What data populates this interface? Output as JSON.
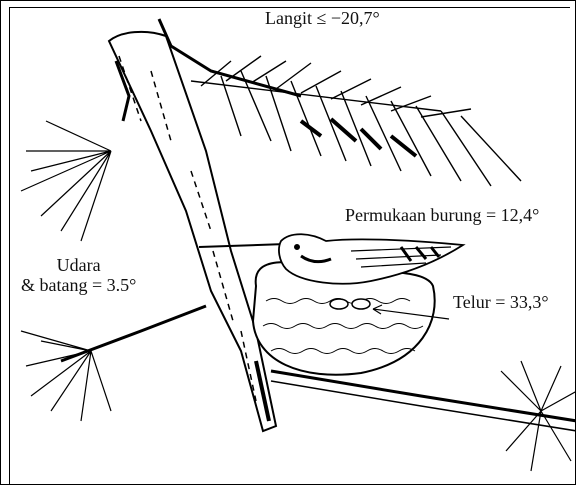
{
  "labels": {
    "sky": "Langit ≤ −20,7°",
    "bird_surface": "Permukaan burung = 12,4°",
    "air_line1": "Udara",
    "air_line2": "& batang = 3.5°",
    "egg": "Telur = 33,3°"
  }
}
